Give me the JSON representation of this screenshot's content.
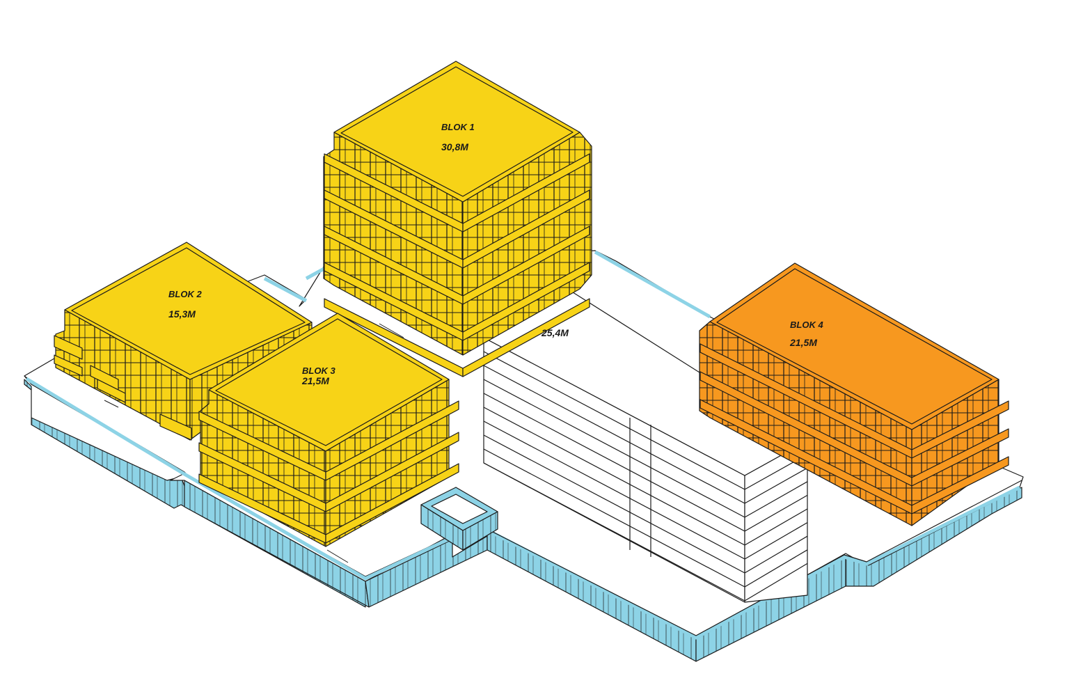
{
  "colors": {
    "podium": "#8dd3e6",
    "deck": "#ffffff",
    "yellow": "#f7d317",
    "orange": "#f7981f",
    "white_block": "#ffffff",
    "ink": "#1a1a1a"
  },
  "blocks": [
    {
      "name": "BLOK 1",
      "height": "30,8M",
      "color": "yellow"
    },
    {
      "name": "BLOK 2",
      "height": "15,3M",
      "color": "yellow"
    },
    {
      "name": "BLOK 3",
      "height": "21,5M",
      "color": "yellow"
    },
    {
      "name": "BLOK 4",
      "height": "21,5M",
      "color": "orange"
    },
    {
      "name": "",
      "height": "25,4M",
      "color": "white_block"
    }
  ]
}
